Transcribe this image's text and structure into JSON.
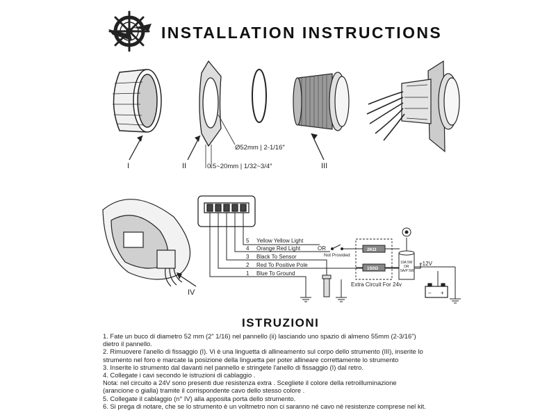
{
  "header": {
    "title": "INSTALLATION INSTRUCTIONS",
    "logo_icon": "ship-wheel-logo-icon"
  },
  "parts": {
    "label_i": "I",
    "label_ii": "II",
    "label_iii": "III",
    "label_iv": "IV",
    "hole_diameter": "Ø52mm | 2-1/16″",
    "panel_thickness": "0.5~20mm | 1/32~3/4″"
  },
  "wiring": {
    "wires": [
      {
        "num": "5",
        "text": "Yellow   Yellow Light"
      },
      {
        "num": "4",
        "text": "Orange   Red Light"
      },
      {
        "num": "3",
        "text": "Black  To Sensor"
      },
      {
        "num": "2",
        "text": "Red   To Positive Pole"
      },
      {
        "num": "1",
        "text": "Blue  To Ground"
      }
    ],
    "or_label": "OR",
    "not_provided": "Not  Provided",
    "resistor_top": "2KΩ",
    "resistor_bottom": "150Ω",
    "fuse_label_lines": [
      "10A 5W",
      "OR",
      "5A/P 5W"
    ],
    "extra_circuit": "Extra Circuit For 24v",
    "voltage": "+12V",
    "battery_minus": "–",
    "battery_plus": "+"
  },
  "section": {
    "title": "ISTRUZIONI"
  },
  "instructions": [
    "1. Fate un buco di diametro  52 mm (2\" 1/16) nel pannello (ii) lasciando  uno spazio di almeno  55mm (2-3/16\")",
    "    dietro il pannello.",
    "2. Rimuovere l'anello di fissaggio (I). Vi è una linguetta di allineamento sul corpo dello strumento (III), inserite lo",
    "    strumento nel foro e marcate la posizione della linguetta per poter allineare correttamente  lo strumento",
    "3. Inserite lo strumento dal davanti nel pannello e  stringete l'anello di fissaggio (I) dal retro.",
    "4. Collegate i cavi secondo le istruzioni di cablaggio .",
    "    Nota: nel circuito a 24V sono presenti due resistenza extra . Scegliete il colore della retroilluminazione",
    "    (arancione o gialla) tramite il corrispondente cavo dello stesso colore .",
    "5. Collegate il cablaggio  (n° IV) alla apposita porta dello strumento.",
    "6. Si prega di notare, che se lo strumento è un voltmetro non ci saranno né cavo né resistenze comprese nel kit."
  ]
}
